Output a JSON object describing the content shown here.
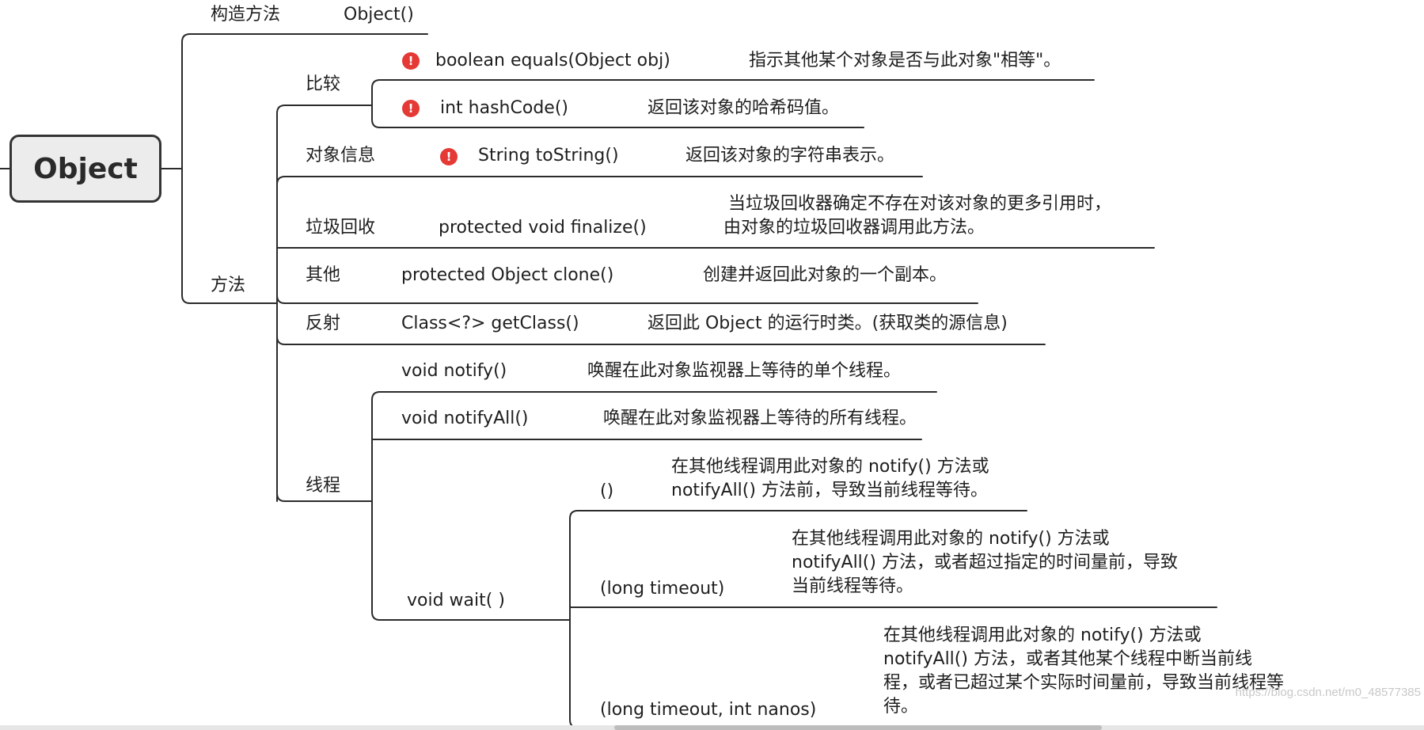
{
  "root": {
    "label": "Object"
  },
  "constructor": {
    "category": "构造方法",
    "signature": "Object()"
  },
  "methods": {
    "category": "方法",
    "compare": {
      "category": "比较",
      "equals": {
        "badge": "!",
        "signature": "boolean equals(Object obj)",
        "description": "指示其他某个对象是否与此对象\"相等\"。"
      },
      "hashcode": {
        "badge": "!",
        "signature": "int hashCode()",
        "description": "返回该对象的哈希码值。"
      }
    },
    "object_info": {
      "category": "对象信息",
      "tostring": {
        "badge": "!",
        "signature": "String toString()",
        "description": "返回该对象的字符串表示。"
      }
    },
    "gc": {
      "category": "垃圾回收",
      "signature": "protected  void finalize()",
      "description_line1": "当垃圾回收器确定不存在对该对象的更多引用时，",
      "description_line2": "由对象的垃圾回收器调用此方法。"
    },
    "other": {
      "category": "其他",
      "signature": "protected  Object clone()",
      "description": "创建并返回此对象的一个副本。"
    },
    "reflection": {
      "category": "反射",
      "signature": "Class<?> getClass()",
      "description": "返回此 Object 的运行时类。(获取类的源信息)"
    },
    "thread": {
      "category": "线程",
      "notify": {
        "signature": "void notify()",
        "description": "唤醒在此对象监视器上等待的单个线程。"
      },
      "notifyall": {
        "signature": "void notifyAll()",
        "description": "唤醒在此对象监视器上等待的所有线程。"
      },
      "wait": {
        "signature": "void wait(       )",
        "no_args": {
          "params": "()",
          "description_line1": "在其他线程调用此对象的 notify() 方法或",
          "description_line2": "notifyAll() 方法前，导致当前线程等待。"
        },
        "timeout": {
          "params": "(long timeout)",
          "description_line1": "在其他线程调用此对象的 notify() 方法或",
          "description_line2": "notifyAll() 方法，或者超过指定的时间量前，导致",
          "description_line3": "当前线程等待。"
        },
        "timeout_nanos": {
          "params": "(long timeout, int nanos)",
          "description_line1": "在其他线程调用此对象的 notify() 方法或",
          "description_line2": "notifyAll() 方法，或者其他某个线程中断当前线",
          "description_line3": "程，或者已超过某个实际时间量前，导致当前线程等",
          "description_line4": "待。"
        }
      }
    }
  },
  "watermark": "https://blog.csdn.net/m0_48577385"
}
